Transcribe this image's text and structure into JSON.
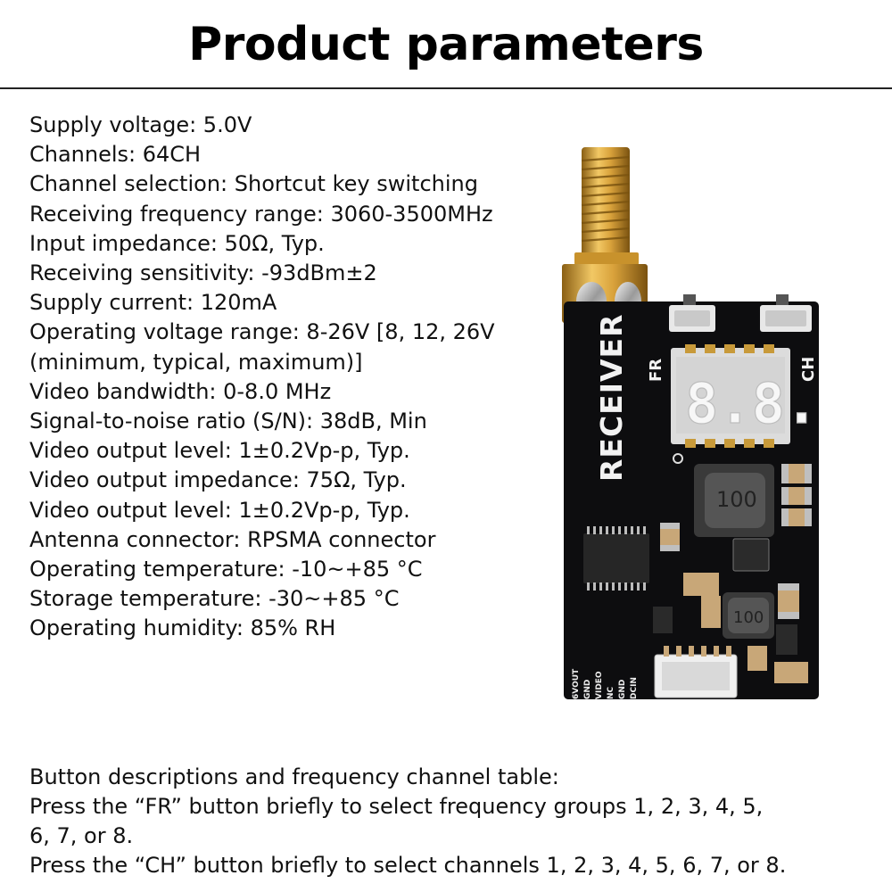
{
  "title": "Product parameters",
  "specs": [
    "Supply voltage: 5.0V",
    "Channels: 64CH",
    "Channel selection: Shortcut key switching",
    "Receiving frequency range: 3060-3500MHz",
    "Input impedance: 50Ω, Typ.",
    "Receiving sensitivity: -93dBm±2",
    "Supply current: 120mA",
    "Operating voltage range: 8-26V [8, 12, 26V",
    "(minimum, typical, maximum)]",
    "Video bandwidth: 0-8.0 MHz",
    "Signal-to-noise ratio (S/N): 38dB, Min",
    "Video output level: 1±0.2Vp-p, Typ.",
    "Video output impedance: 75Ω, Typ.",
    "Video output level: 1±0.2Vp-p, Typ.",
    "Antenna connector: RPSMA connector",
    "Operating temperature: -10~+85 °C",
    "Storage temperature: -30~+85 °C",
    "Operating humidity: 85% RH"
  ],
  "buttons": {
    "heading": "Button descriptions and frequency channel table:",
    "fr_line1": "Press the  “FR”  button briefly to select frequency groups 1, 2, 3, 4, 5,",
    "fr_line2": "6, 7, or 8.",
    "ch_line": "Press the  “CH”  button briefly to select channels 1, 2, 3, 4, 5, 6, 7, or 8."
  },
  "board": {
    "brand_text": "RECEIVER",
    "fr_label": "FR",
    "ch_label": "CH",
    "display_digits": "8.8.",
    "inductor_large": "100",
    "inductor_small": "100",
    "pin_labels": [
      "6VOUT",
      "GND",
      "VIDEO",
      "NC",
      "GND",
      "DCIN"
    ],
    "colors": {
      "pcb": "#0c0c0e",
      "gold": "#c9952e",
      "display": "#d9d9d9"
    }
  }
}
